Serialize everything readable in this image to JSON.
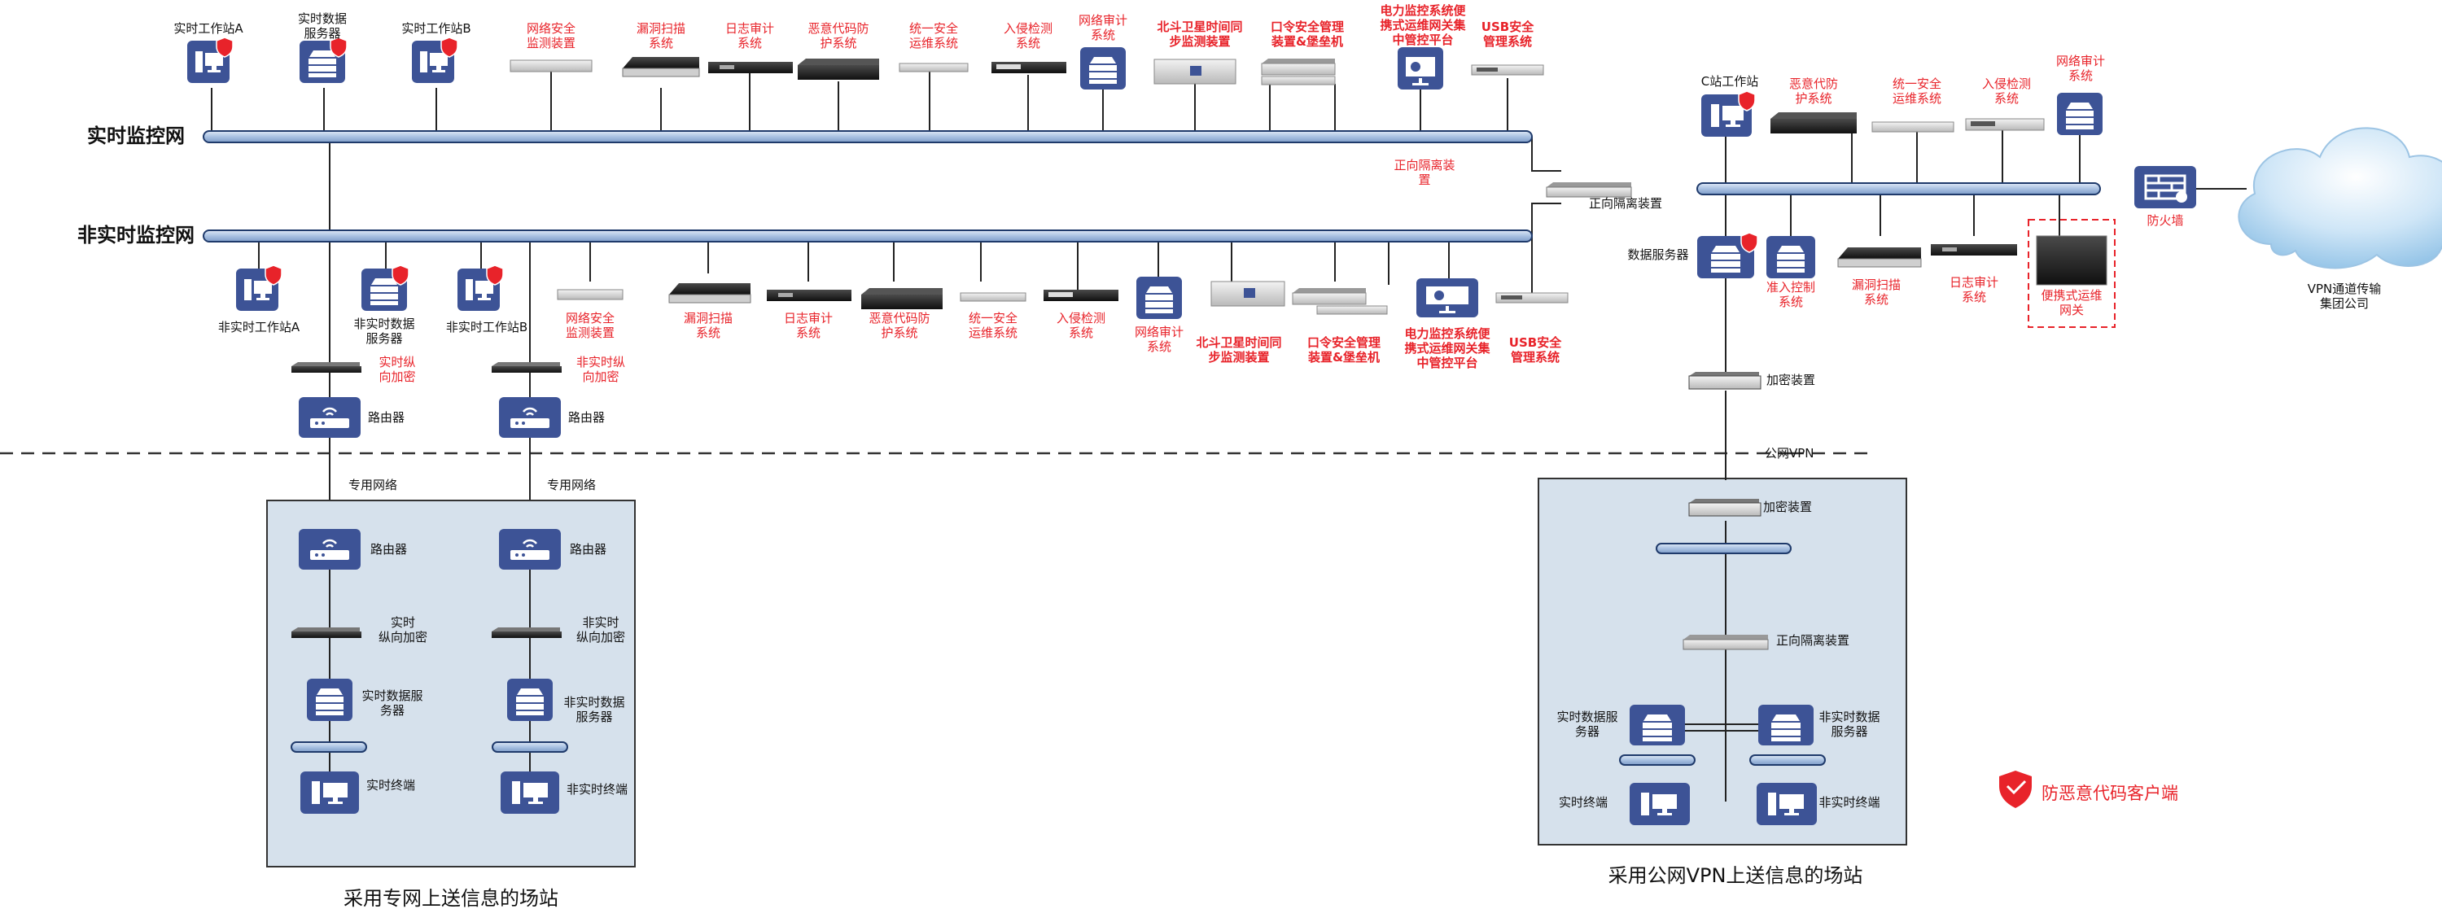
{
  "networks": {
    "realtime": "实时监控网",
    "nonrealtime": "非实时监控网"
  },
  "top_nodes": {
    "ws_a": [
      "实时工作站A"
    ],
    "rt_server": [
      "实时数据",
      "服务器"
    ],
    "ws_b": [
      "实时工作站B"
    ],
    "net_monitor": [
      "网络安全",
      "监测装置"
    ],
    "vuln_scan": [
      "漏洞扫描",
      "系统"
    ],
    "log_audit": [
      "日志审计",
      "系统"
    ],
    "anti_malware": [
      "恶意代码防",
      "护系统"
    ],
    "unified_ops": [
      "统一安全",
      "运维系统"
    ],
    "ids": [
      "入侵检测",
      "系统"
    ],
    "net_audit": [
      "网络审计",
      "系统"
    ],
    "beidou": [
      "北斗卫星时间同",
      "步监测装置"
    ],
    "password_mgmt": [
      "口令安全管理",
      "装置&堡垒机"
    ],
    "portable_gw": [
      "电力监控系统便",
      "携式运维网关集",
      "中管控平台"
    ],
    "usb_mgmt": [
      "USB安全",
      "管理系统"
    ]
  },
  "mid_nodes": {
    "ws_a": [
      "非实时工作站A"
    ],
    "nrt_server": [
      "非实时数据",
      "服务器"
    ],
    "ws_b": [
      "非实时工作站B"
    ],
    "net_monitor": [
      "网络安全",
      "监测装置"
    ],
    "vuln_scan": [
      "漏洞扫描",
      "系统"
    ],
    "log_audit": [
      "日志审计",
      "系统"
    ],
    "anti_malware": [
      "恶意代码防",
      "护系统"
    ],
    "unified_ops": [
      "统一安全",
      "运维系统"
    ],
    "ids": [
      "入侵检测",
      "系统"
    ],
    "net_audit": [
      "网络审计",
      "系统"
    ],
    "beidou": [
      "北斗卫星时间同",
      "步监测装置"
    ],
    "password_mgmt": [
      "口令安全管理",
      "装置&堡垒机"
    ],
    "portable_gw": [
      "电力监控系统便",
      "携式运维网关集",
      "中管控平台"
    ],
    "usb_mgmt": [
      "USB安全",
      "管理系统"
    ]
  },
  "isolation": {
    "forward_red": [
      "正向隔离装",
      "置"
    ],
    "forward_device": "正向隔离装置"
  },
  "left_chain": {
    "rt_encrypt": [
      "实时纵",
      "向加密"
    ],
    "nrt_encrypt": [
      "非实时纵",
      "向加密"
    ],
    "router_a": "路由器",
    "router_b": "路由器",
    "private_a": "专用网络",
    "private_b": "专用网络"
  },
  "site_private": {
    "title": "采用专网上送信息的场站",
    "router_a": "路由器",
    "router_b": "路由器",
    "enc_a": [
      "实时",
      "纵向加密"
    ],
    "enc_b": [
      "非实时",
      "纵向加密"
    ],
    "srv_a": [
      "实时数据服",
      "务器"
    ],
    "srv_b": [
      "非实时数据",
      "服务器"
    ],
    "term_a": "实时终端",
    "term_b": "非实时终端"
  },
  "right_area": {
    "c_ws": "C站工作站",
    "anti_malware": [
      "恶意代防",
      "护系统"
    ],
    "unified_ops": [
      "统一安全",
      "运维系统"
    ],
    "ids": [
      "入侵检测",
      "系统"
    ],
    "net_audit": [
      "网络审计",
      "系统"
    ],
    "firewall": "防火墙",
    "cloud": [
      "VPN通道传输",
      "集团公司"
    ],
    "data_server": "数据服务器",
    "access_ctrl": [
      "准入控制",
      "系统"
    ],
    "vuln_scan": [
      "漏洞扫描",
      "系统"
    ],
    "log_audit": [
      "日志审计",
      "系统"
    ],
    "portable": [
      "便携式运维",
      "网关"
    ],
    "encrypt": "加密装置",
    "public_vpn": "公网VPN"
  },
  "site_vpn": {
    "title": "采用公网VPN上送信息的场站",
    "encrypt": "加密装置",
    "forward": "正向隔离装置",
    "srv_a": [
      "实时数据服",
      "务器"
    ],
    "srv_b": [
      "非实时数据",
      "服务器"
    ],
    "term_a": "实时终端",
    "term_b": "非实时终端"
  },
  "legend": {
    "client": "防恶意代码客户端"
  },
  "colors": {
    "icon_bg": "#3d5396",
    "bus_fill": "#b8cbe6",
    "bus_stroke": "#1f3a6b",
    "red_text": "#e8232a",
    "box_fill": "#d6e1ec",
    "shield": "#e8232a"
  }
}
